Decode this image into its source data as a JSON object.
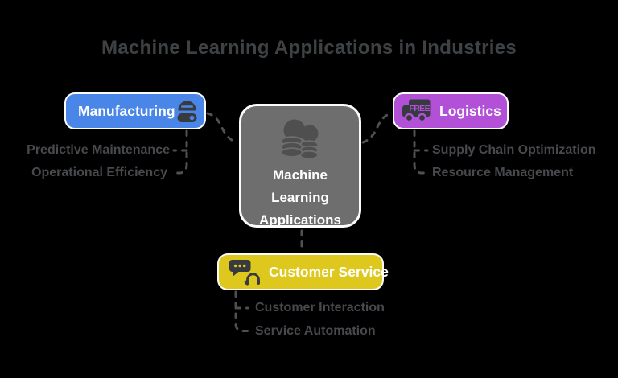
{
  "title": "Machine Learning Applications in Industries",
  "colors": {
    "background": "#000000",
    "title_text": "#3e4245",
    "label_text": "#47494c",
    "connector": "#4e5154",
    "node_text": "#ffffff",
    "node_border": "#fbfbfb",
    "icon_dark": "#373b3f",
    "center_color": "#6e6e6e",
    "center_icon": "#4f4f4f",
    "manufacturing_color": "#4a86e8",
    "logistics_color": "#b251d8",
    "customer_service_color": "#dfc81e"
  },
  "center_node": {
    "color": "#6e6e6e",
    "icon": "coins-data-icon",
    "lines": [
      "Machine",
      "Learning",
      "Applications"
    ]
  },
  "nodes": {
    "manufacturing": {
      "label": "Manufacturing",
      "color": "#4a86e8",
      "icon": "robot-icon",
      "items": [
        "Predictive Maintenance",
        "Operational Efficiency"
      ]
    },
    "logistics": {
      "label": "Logistics",
      "color": "#b251d8",
      "icon": "free-delivery-truck-icon",
      "truck_text": "FREE",
      "items": [
        "Supply Chain Optimization",
        "Resource Management"
      ]
    },
    "customer_service": {
      "label": "Customer Service",
      "color": "#dfc81e",
      "icon": "chat-headset-icon",
      "items": [
        "Customer Interaction",
        "Service Automation"
      ]
    }
  }
}
